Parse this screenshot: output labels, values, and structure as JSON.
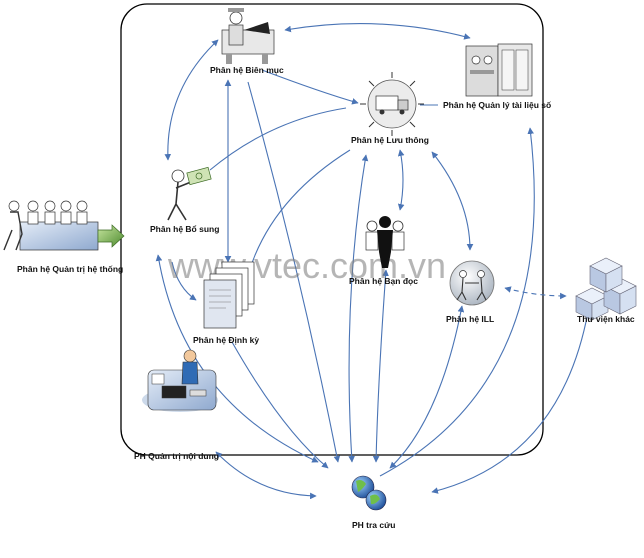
{
  "nodes": {
    "bien_muc": {
      "label": "Phân hệ Biên mục",
      "icon": "person-at-desk-icon"
    },
    "quan_ly": {
      "label": "Phân hệ Quản lý tài liệu số",
      "icon": "server-cabinet-icon"
    },
    "luu_thong": {
      "label": "Phân hệ Lưu thông",
      "icon": "delivery-truck-icon"
    },
    "bo_sung": {
      "label": "Phân hệ Bổ sung",
      "icon": "person-carrying-money-icon"
    },
    "quan_tri": {
      "label": "Phân hệ Quản trị hệ thống",
      "icon": "meeting-people-icon"
    },
    "ban_doc": {
      "label": "Phân hệ Bạn đọc",
      "icon": "people-group-icon"
    },
    "ill": {
      "label": "Phân hệ ILL",
      "icon": "globe-people-icon"
    },
    "thu_vien": {
      "label": "Thư viện khác",
      "icon": "building-blocks-icon"
    },
    "dinh_ky": {
      "label": "Phân hệ Định kỳ",
      "icon": "document-stack-icon"
    },
    "noi_dung": {
      "label": "PH Quản trị nội dung",
      "icon": "person-at-computer-icon"
    },
    "tra_cuu": {
      "label": "PH tra cứu",
      "icon": "globe-icon"
    }
  },
  "watermark": "www.vtec.com.vn",
  "colors": {
    "edge": "#4a74b5",
    "frame": "#000000",
    "accent_green": "#6aa84f"
  }
}
